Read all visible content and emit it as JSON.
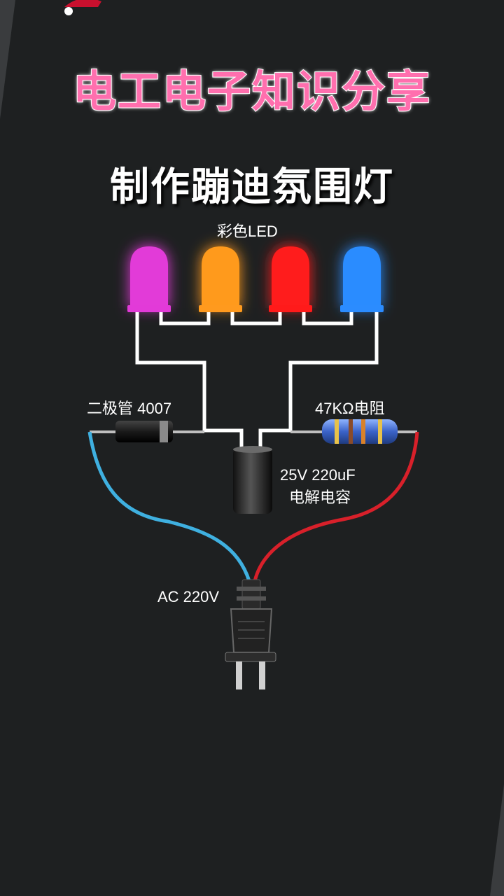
{
  "header": {
    "channel_title": "电工电子知识分享"
  },
  "diagram": {
    "title": "制作蹦迪氛围灯",
    "led_label": "彩色LED",
    "diode_label": "二极管 4007",
    "resistor_label": "47KΩ电阻",
    "capacitor_label_line1": "25V 220uF",
    "capacitor_label_line2": "电解电容",
    "plug_label": "AC 220V",
    "led_colors": [
      "#e23ad8",
      "#ff9a1e",
      "#ff1a1a",
      "#2b8cff"
    ],
    "wire_colors": {
      "neutral": "#3fb0e0",
      "live": "#d8202a"
    }
  }
}
